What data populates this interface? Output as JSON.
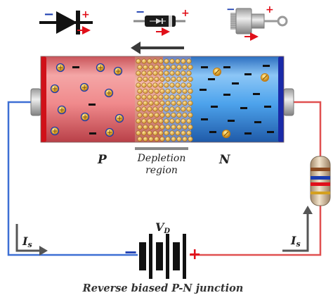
{
  "labels": {
    "p_side": "P",
    "n_side": "N",
    "depletion_line1": "Depletion",
    "depletion_line2": "region",
    "voltage_main": "V",
    "voltage_sub": "D",
    "current_left_main": "I",
    "current_left_sub": "s",
    "current_right_main": "I",
    "current_right_sub": "s",
    "caption": "Reverse biased P-N junction"
  },
  "signs": {
    "minus": "−",
    "plus": "+"
  },
  "icons": {
    "top_left": "diode-symbol-icon",
    "top_middle": "axial-diode-icon",
    "top_right": "stud-diode-icon",
    "resistor": "resistor-icon",
    "battery": "battery-icon"
  },
  "colors": {
    "p_region": "#f08a8c",
    "n_region": "#4da3ec",
    "depletion_p": "#e89a8c",
    "depletion_n": "#8aa6d8",
    "wire_left": "#3d6fd4",
    "wire_right": "#e05050",
    "minus_sign": "#1a3cb0",
    "plus_sign": "#e0101a",
    "hole": "#e8b23a"
  }
}
